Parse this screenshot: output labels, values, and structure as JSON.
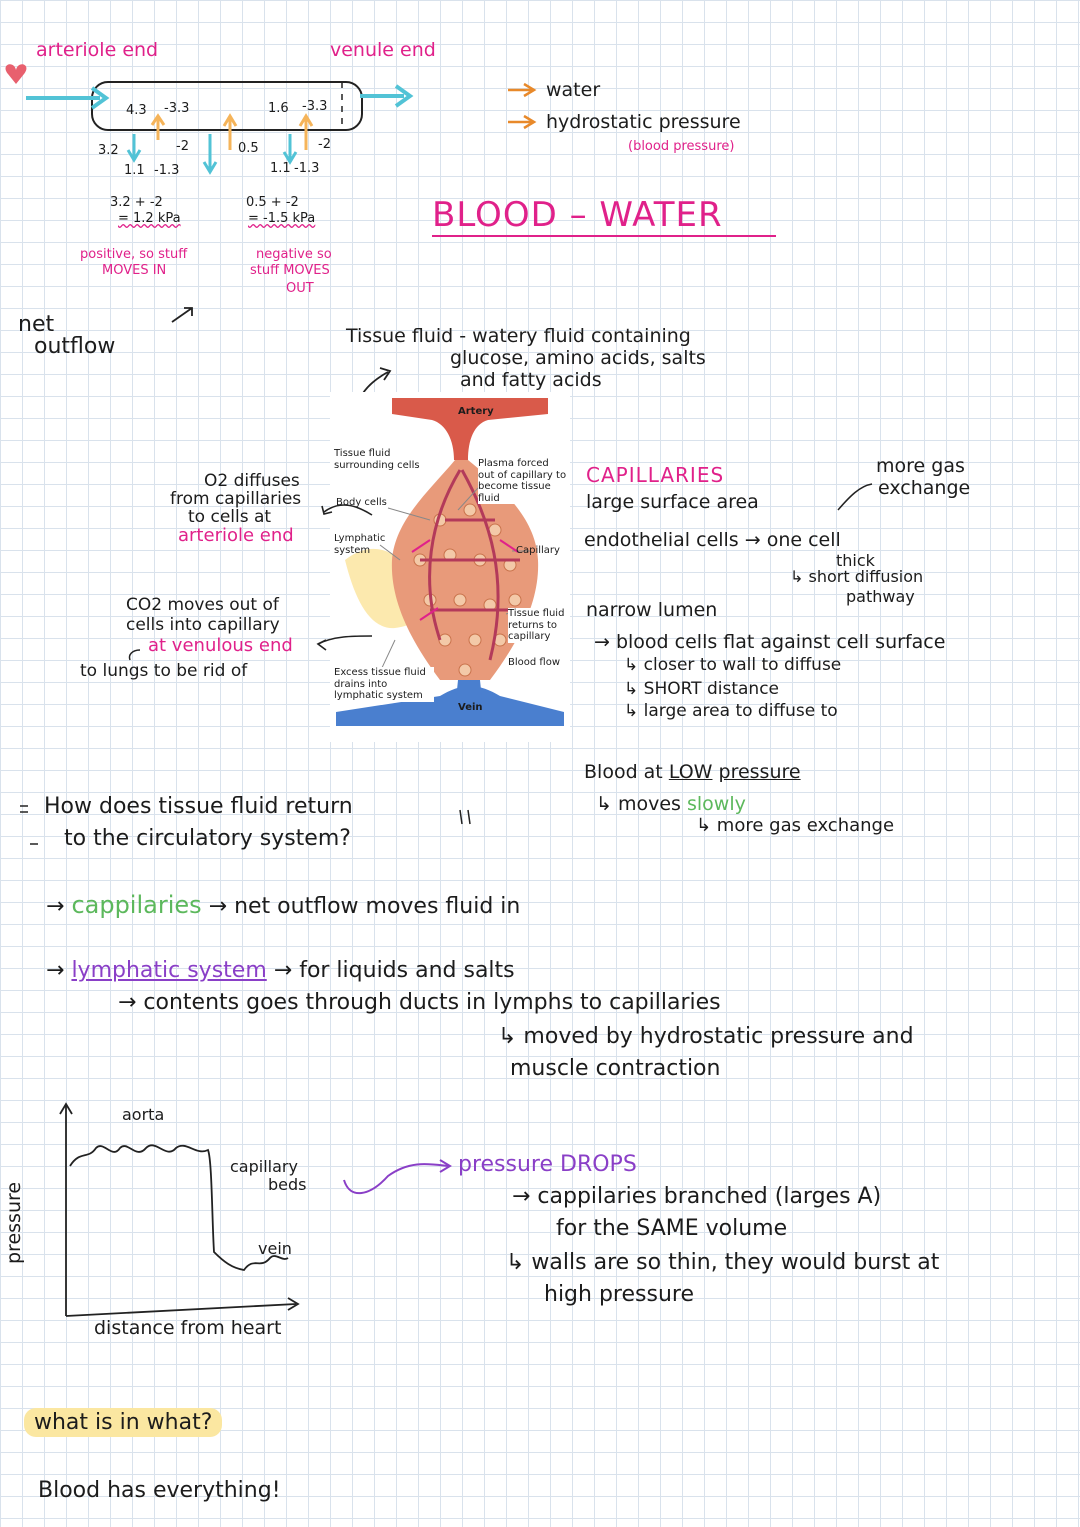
{
  "colors": {
    "pink": "#e0218a",
    "teal": "#52c3d6",
    "orange": "#f5b45a",
    "green": "#5cb85c",
    "purple": "#8a3fc7",
    "highlight": "#fbe7a1"
  },
  "capillary": {
    "arteriole_end": "arteriole end",
    "venule_end": "venule end",
    "val_43": "4.3",
    "val_m33a": "-3.3",
    "val_16": "1.6",
    "val_m33b": "-3.3",
    "val_32": "3.2",
    "val_m2a": "-2",
    "val_05": "0.5",
    "val_m2b": "-2",
    "val_11a": "1.1",
    "val_m13a": "-1.3",
    "val_11b": "1.1",
    "val_m13b": "-1.3",
    "calc_left_1": "3.2 + -2",
    "calc_left_2": "= 1.2 kPa",
    "calc_right_1": "0.5 + -2",
    "calc_right_2": "= -1.5 kPa",
    "note_left_1": "positive, so stuff",
    "note_left_2": "MOVES IN",
    "note_right_1": "negative so",
    "note_right_2": "stuff MOVES",
    "note_right_3": "OUT",
    "net_1": "net",
    "net_2": "outflow"
  },
  "key": {
    "water": "water",
    "hydrostatic": "hydrostatic pressure",
    "blood_pressure": "(blood pressure)"
  },
  "heading": "BLOOD – WATER",
  "tissue_fluid": {
    "line1": "Tissue fluid - watery fluid containing",
    "line2": "glucose, amino acids, salts",
    "line3": "and fatty acids"
  },
  "figure": {
    "artery": "Artery",
    "vein": "Vein",
    "tissue_fluid_label": "Tissue fluid surrounding cells",
    "body_cells": "Body cells",
    "lymphatic": "Lymphatic system",
    "excess": "Excess tissue fluid drains into lymphatic system",
    "plasma": "Plasma forced out of capillary to become tissue fluid",
    "capillary": "Capillary",
    "returns": "Tissue fluid returns to capillary",
    "blood_flow": "Blood flow"
  },
  "o2_note": {
    "l1": "O2 diffuses",
    "l2": "from capillaries",
    "l3": "to cells at",
    "l4": "arteriole end"
  },
  "co2_note": {
    "l1": "CO2 moves out of",
    "l2": "cells into capillary",
    "l3": "at venulous end",
    "l4": "to lungs to be rid of"
  },
  "capillaries_notes": {
    "title": "CAPILLARIES",
    "large_sa": "large surface area",
    "more_gas_1": "more gas",
    "more_gas_2": "exchange",
    "endothelial": "endothelial cells → one cell",
    "thick": "thick",
    "short_diff_1": "↳ short diffusion",
    "short_diff_2": "pathway",
    "narrow": "narrow lumen",
    "flat": "→ blood cells flat against cell surface",
    "closer": "↳ closer to wall to diffuse",
    "short_dist": "↳ SHORT distance",
    "large_area": "↳ large area to diffuse to",
    "low_pressure_1": "Blood at",
    "low_pressure_2": "LOW",
    "low_pressure_3": "pressure",
    "slowly_1": "↳ moves",
    "slowly_2": "slowly",
    "more_gas_exchange": "↳ more gas exchange"
  },
  "question": {
    "l1": "How does tissue fluid return",
    "l2": "to the circulatory system?"
  },
  "answers": {
    "cap_1": "→",
    "cap_2": "cappilaries",
    "cap_3": "→ net outflow moves fluid in",
    "lymph_1": "→",
    "lymph_2": "lymphatic system",
    "lymph_3": "→ for liquids and salts",
    "lymph_4": "→ contents goes through ducts in lymphs to capillaries",
    "lymph_5": "↳ moved by hydrostatic pressure and",
    "lymph_6": "muscle contraction"
  },
  "graph": {
    "ylabel": "pressure",
    "xlabel": "distance from heart",
    "aorta": "aorta",
    "capillary_beds_1": "capillary",
    "capillary_beds_2": "beds",
    "vein": "vein"
  },
  "pressure_notes": {
    "l1": "pressure DROPS",
    "l2": "→ cappilaries branched (larges A)",
    "l3": "for the SAME volume",
    "l4": "↳ walls are so thin, they would burst at",
    "l5": "high pressure"
  },
  "bottom": {
    "what": "what is in what?",
    "blood": "Blood has everything!"
  }
}
